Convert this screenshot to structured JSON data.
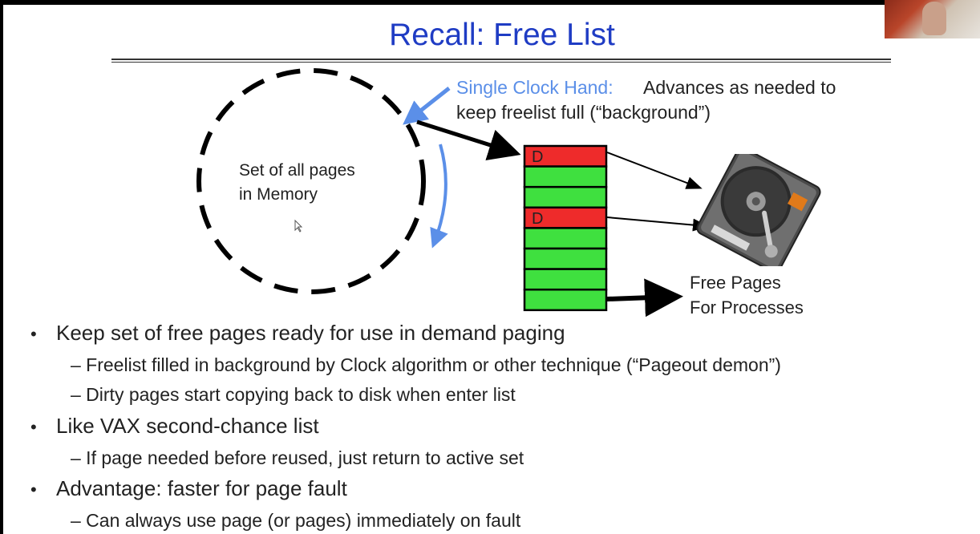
{
  "slide": {
    "title": "Recall: Free List",
    "diagram": {
      "memory_label_line1": "Set of all pages",
      "memory_label_line2": "in Memory",
      "clock_hand_label": "Single Clock Hand:",
      "clock_hand_desc_line1": "Advances as needed to",
      "clock_hand_desc_line2": "keep freelist full (“background”)",
      "free_pages_line1": "Free Pages",
      "free_pages_line2": "For Processes",
      "freelist_slots": [
        "D",
        "",
        "",
        "D",
        "",
        "",
        "",
        ""
      ],
      "colors": {
        "dirty": "#ee2b2b",
        "clean": "#3fe03f",
        "title": "#1f3cc4",
        "clock_hand": "#5b8fe8"
      },
      "icons": [
        "hard-drive-icon",
        "cursor-icon"
      ]
    },
    "bullets": [
      {
        "text": "Keep set of free pages ready for use in demand paging",
        "subs": [
          "– Freelist filled in background by Clock algorithm or other technique (“Pageout demon”)",
          "– Dirty pages start copying back to disk when enter list"
        ]
      },
      {
        "text": "Like VAX second-chance list",
        "subs": [
          "– If page needed before reused, just return to active set"
        ]
      },
      {
        "text": "Advantage: faster for page fault",
        "subs": [
          "– Can always use page (or pages) immediately on fault"
        ]
      }
    ]
  }
}
